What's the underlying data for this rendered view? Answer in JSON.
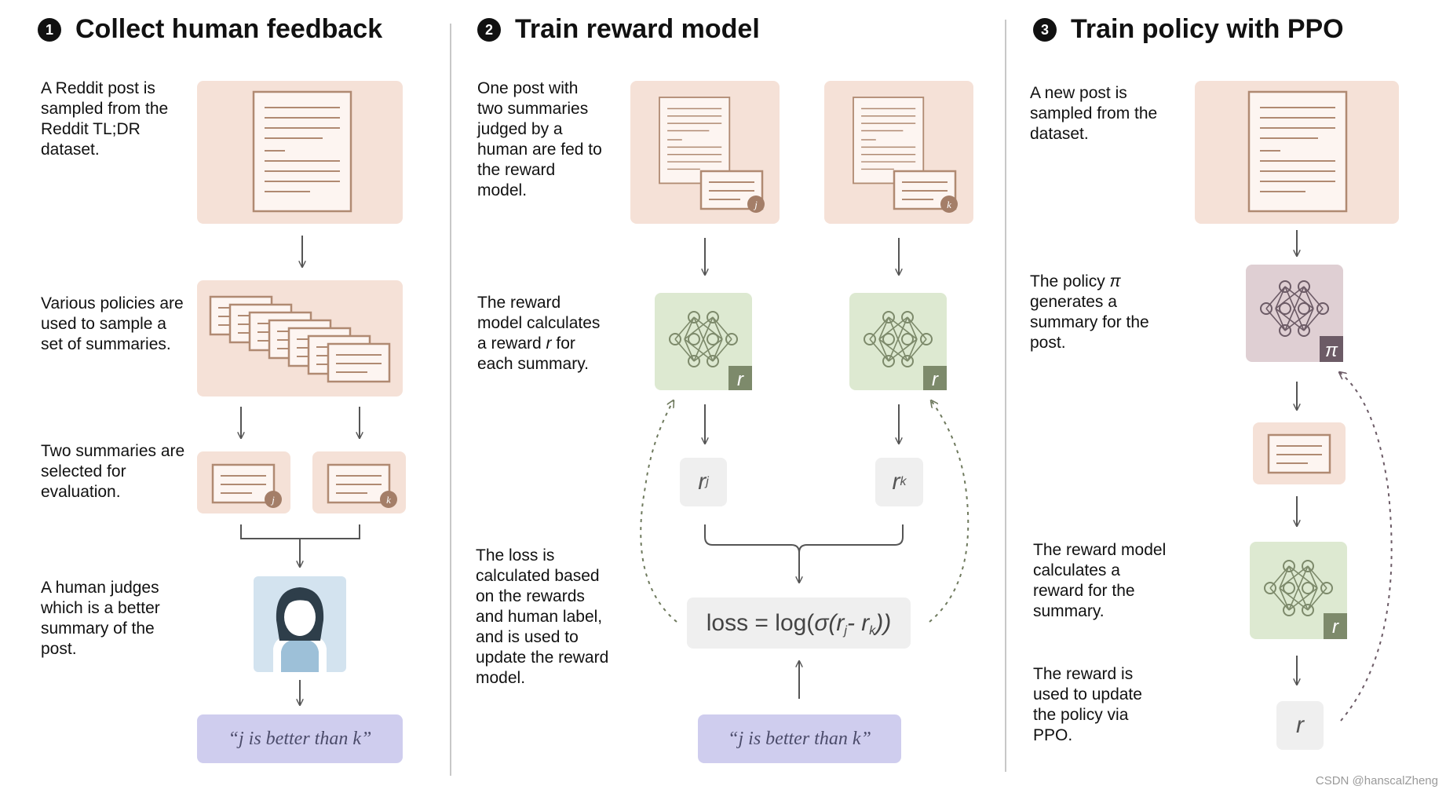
{
  "steps": [
    {
      "number": "1",
      "title": "Collect human feedback"
    },
    {
      "number": "2",
      "title": "Train reward model"
    },
    {
      "number": "3",
      "title": "Train policy with PPO"
    }
  ],
  "col1": {
    "desc1": "A Reddit post is sampled from the Reddit TL;DR dataset.",
    "desc2": "Various policies are used to sample a set of summaries.",
    "desc3": "Two summaries are selected for evaluation.",
    "desc4": "A human judges which is a better summary of the post.",
    "judgement": "“j is better than k”",
    "badge_j": "j",
    "badge_k": "k"
  },
  "col2": {
    "desc1": "One post with two summaries judged by a human are fed to the reward model.",
    "desc2_a": "The reward model calculates a reward ",
    "desc2_var": "r",
    "desc2_b": " for each summary.",
    "desc3": "The loss is calculated based on the rewards and human label, and is used to update the reward model.",
    "badge_j": "j",
    "badge_k": "k",
    "reward_badge": "r",
    "rj_var": "r",
    "rj_sub": "j",
    "rk_var": "r",
    "rk_sub": "k",
    "loss_prefix": "loss = log(",
    "loss_sigma": "σ(r",
    "loss_sub_j": "j",
    "loss_minus": " - r",
    "loss_sub_k": "k",
    "loss_suffix": "))",
    "judgement": "“j is better than k”"
  },
  "col3": {
    "desc1": "A new post is sampled from the dataset.",
    "desc2_a": "The policy ",
    "desc2_var": "π",
    "desc2_b": " generates a summary for the post.",
    "desc3": "The reward model calculates a reward for the summary.",
    "desc4": "The reward is used to update the policy via PPO.",
    "policy_badge": "π",
    "reward_badge": "r",
    "r_var": "r"
  },
  "watermark": "CSDN @hanscalZheng",
  "colors": {
    "peach": "#f5e1d7",
    "green": "#dde9d1",
    "mauve": "#dfcfd3",
    "lavender": "#cfcdee",
    "doc_stroke": "#b08a72",
    "net_stroke": "#7d8a6b",
    "arrow": "#555555"
  }
}
